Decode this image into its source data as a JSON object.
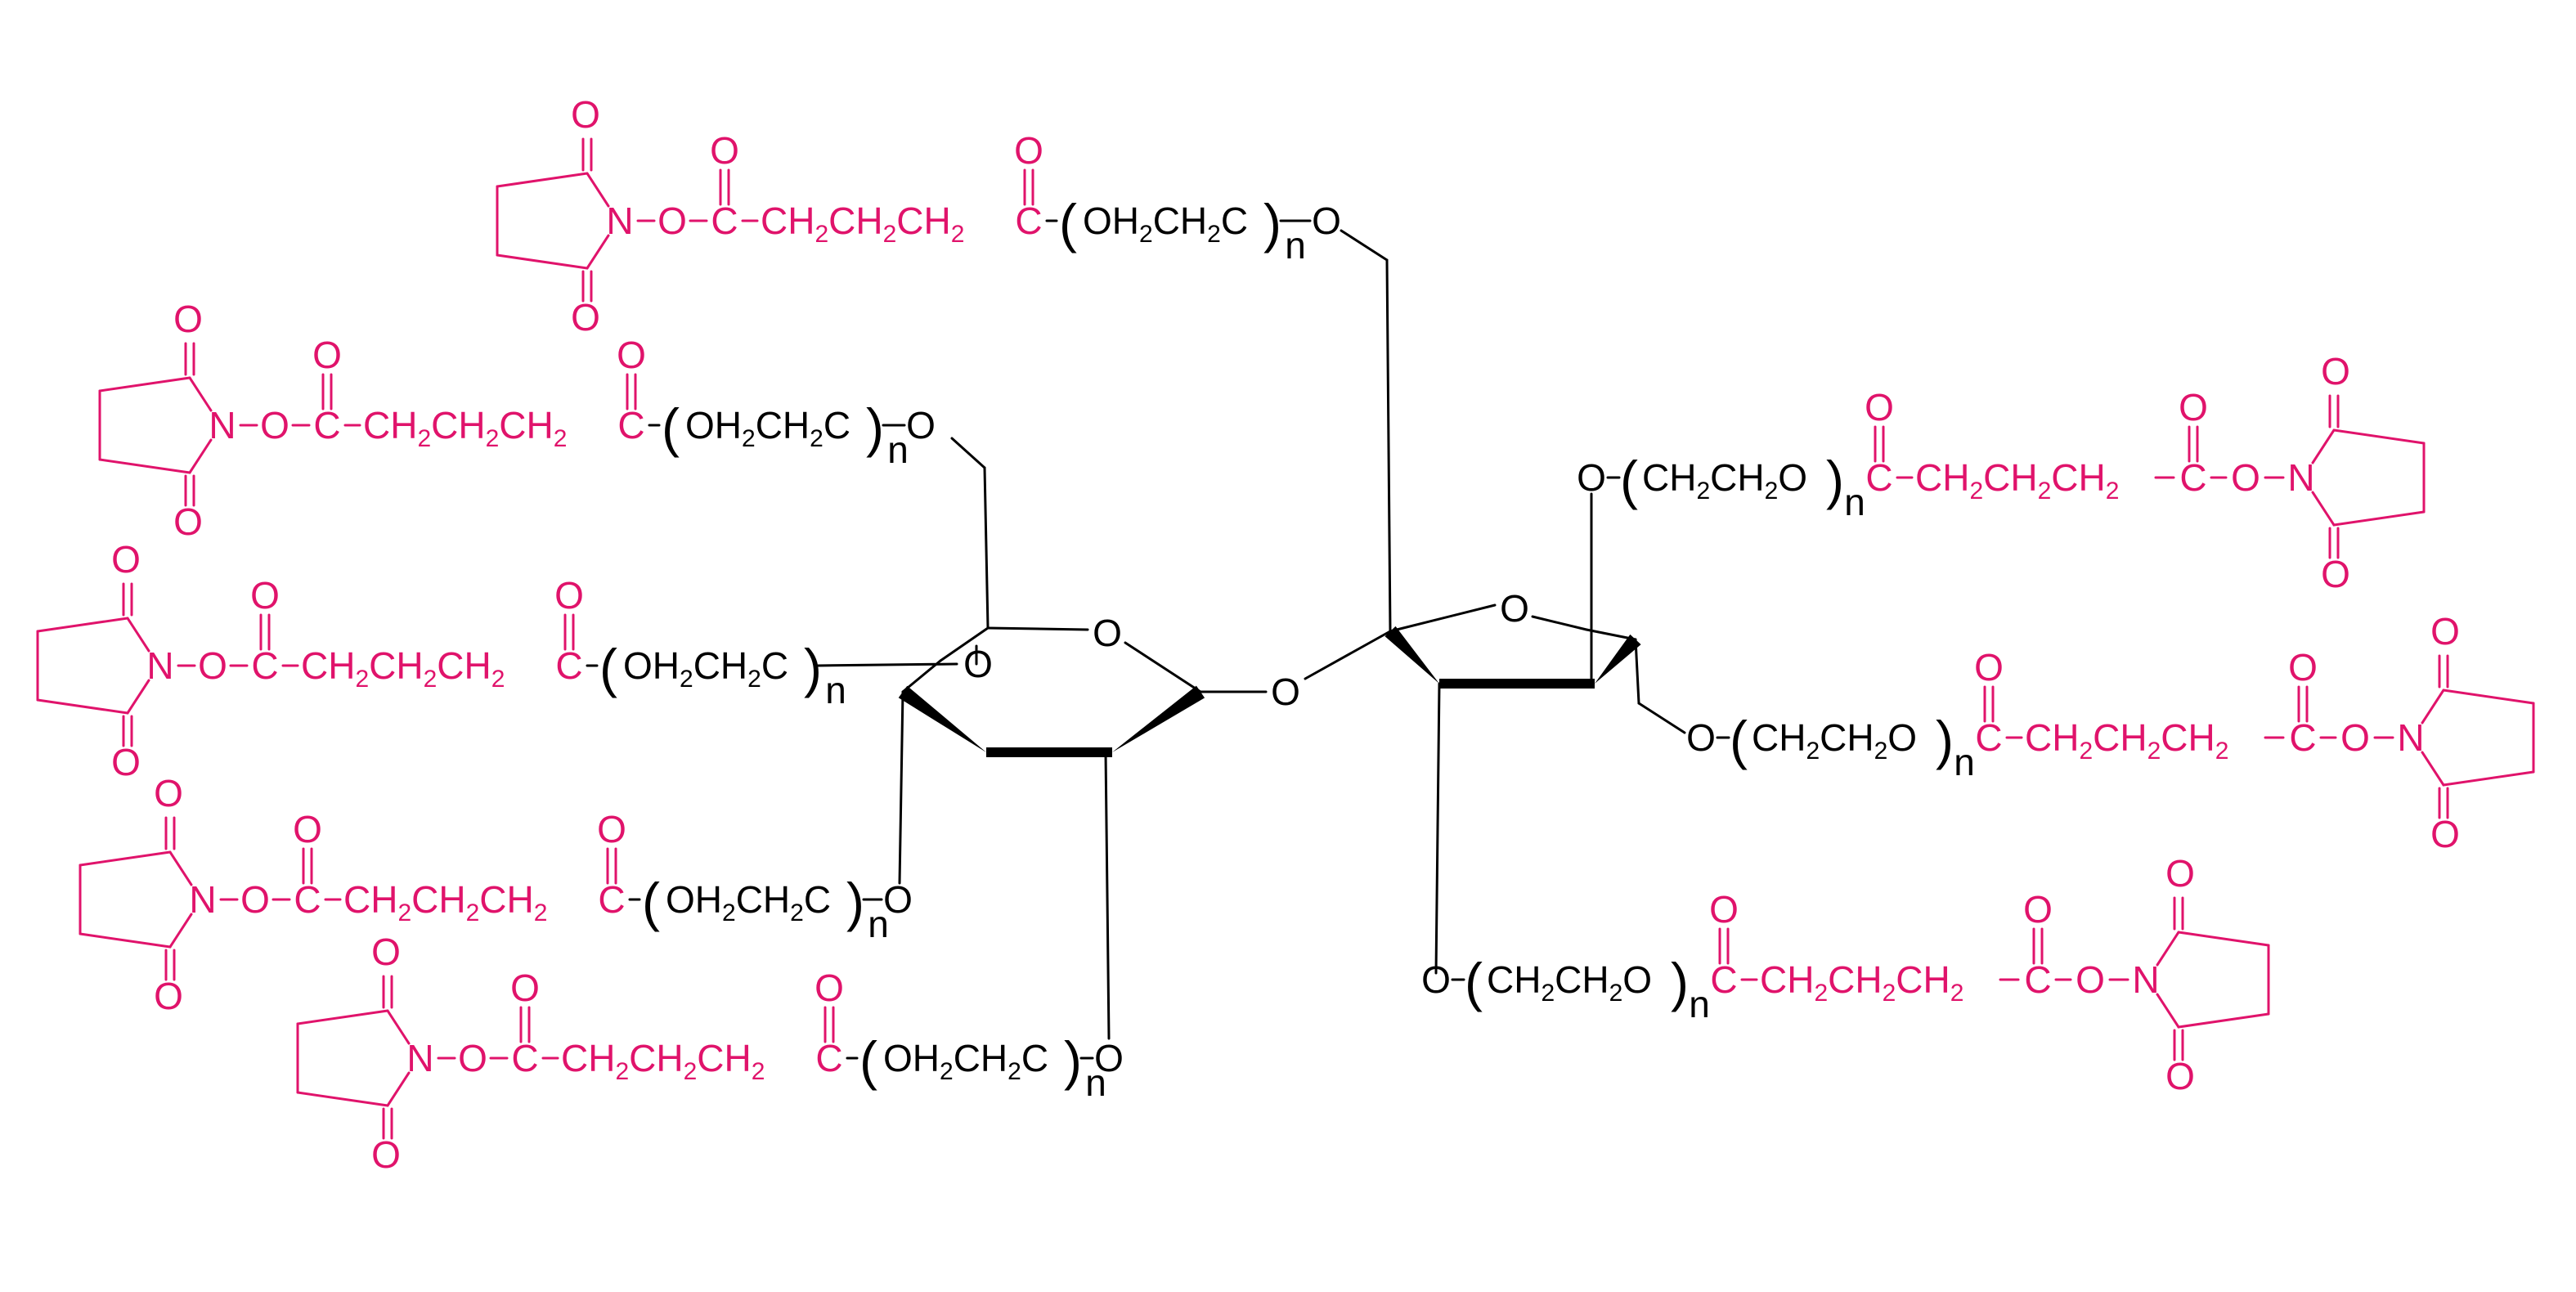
{
  "colors": {
    "core": "#000000",
    "arm": "#e0136b"
  },
  "labels": {
    "oh2ch2c": "OH",
    "ch2c": "CH",
    "c": "C",
    "ch2ch2o_a": "CH",
    "ch2ch2o_b": "CH",
    "ch2ch2o_c": "O",
    "oxygen": "O",
    "carbon": "C",
    "nitrogen": "N",
    "n": "n",
    "sub2": "2",
    "o_dash": "O",
    "linker_a": "CH",
    "linker_b": "CH",
    "linker_c": "CH",
    "dash": "-",
    "paren_open": "(",
    "paren_close": ")"
  }
}
